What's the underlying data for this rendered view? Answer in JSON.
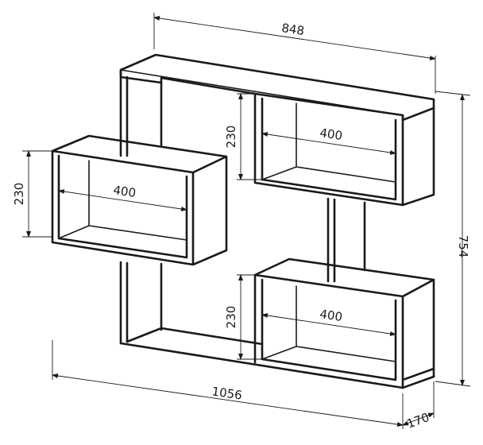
{
  "diagram": {
    "dimensions": {
      "top_width": "848",
      "total_height": "754",
      "bottom_width": "1056",
      "depth": "170",
      "left_box_height": "230",
      "left_box_width": "400",
      "top_right_box_height": "230",
      "top_right_box_width": "400",
      "bottom_right_box_height": "230",
      "bottom_right_box_width": "400"
    },
    "colors": {
      "line": "#1a1a1a",
      "background": "#ffffff"
    }
  }
}
